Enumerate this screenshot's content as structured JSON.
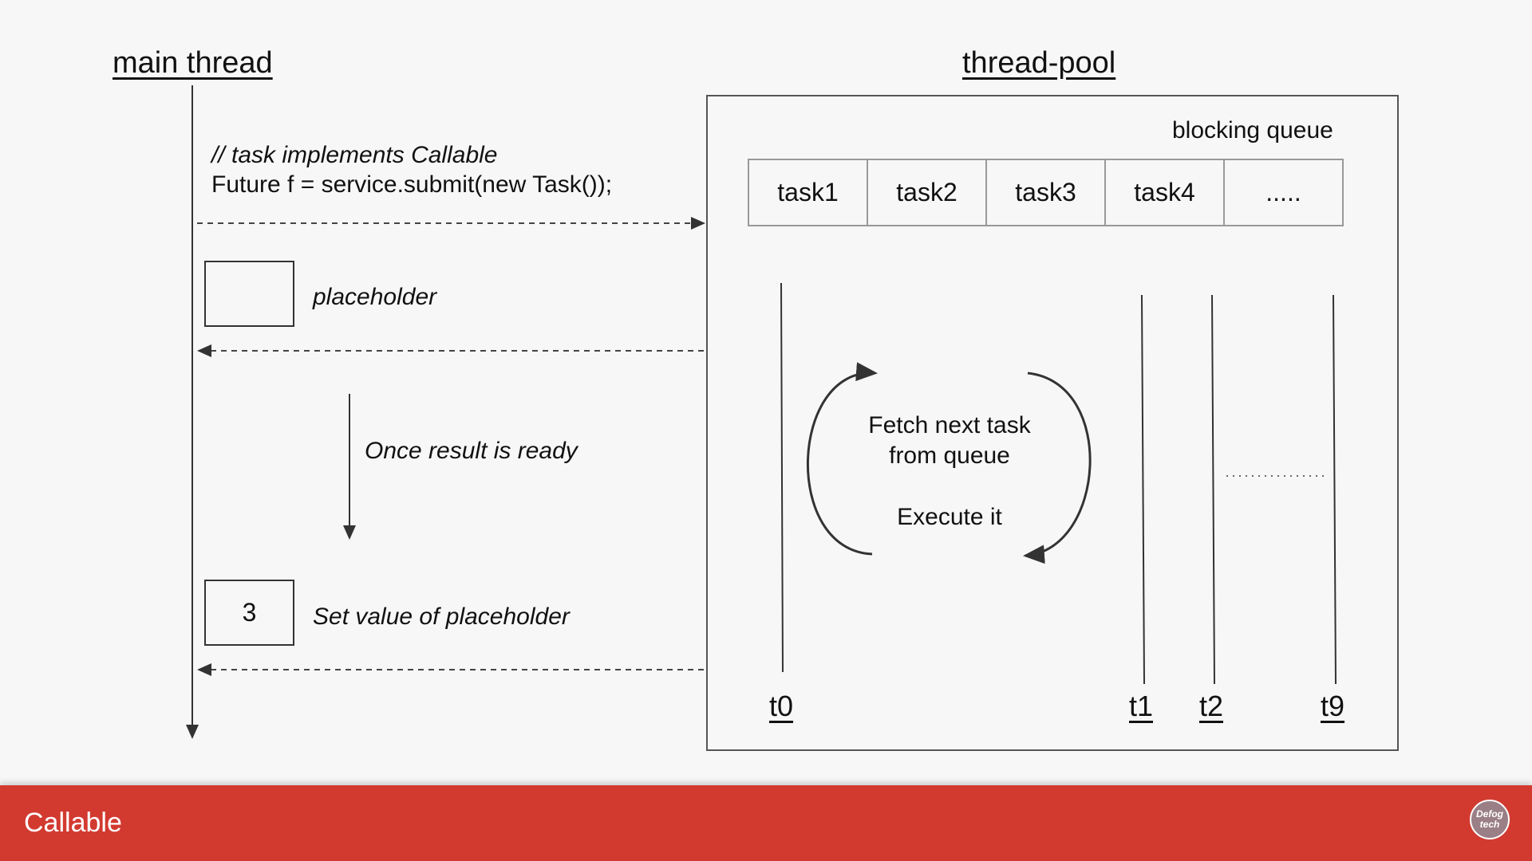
{
  "main_thread": {
    "heading": "main thread",
    "code_comment": "// task implements Callable",
    "code_line": "Future f =  service.submit(new Task());",
    "placeholder_label": "placeholder",
    "once_ready_label": "Once result is ready",
    "value": "3",
    "set_value_label": "Set value of placeholder"
  },
  "thread_pool": {
    "heading": "thread-pool",
    "queue_label": "blocking queue",
    "queue_items": [
      "task1",
      "task2",
      "task3",
      "task4",
      "....."
    ],
    "loop_text_line1": "Fetch next task",
    "loop_text_line2": "from queue",
    "loop_text_line3": "Execute it",
    "threads": [
      "t0",
      "t1",
      "t2",
      "t9"
    ]
  },
  "footer": {
    "title": "Callable",
    "logo_text": "Defog tech",
    "background_color": "#d23a30"
  }
}
